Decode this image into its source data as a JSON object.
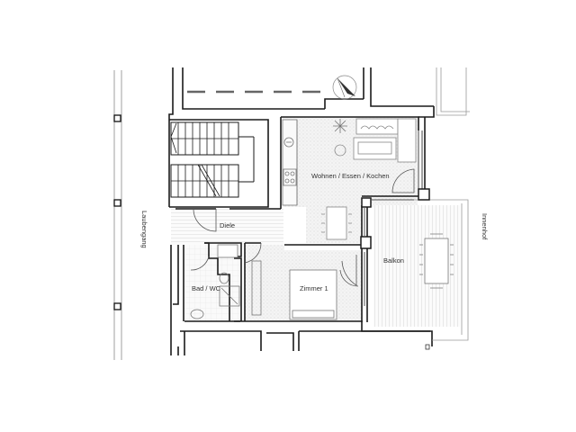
{
  "plan": {
    "rooms": [
      {
        "id": "wohnen",
        "label": "Wohnen / Essen / Kochen"
      },
      {
        "id": "diele",
        "label": "Diele"
      },
      {
        "id": "bad",
        "label": "Bad / WC"
      },
      {
        "id": "zimmer1",
        "label": "Zimmer 1"
      },
      {
        "id": "balkon",
        "label": "Balkon"
      }
    ],
    "exterior": {
      "left": "Laubengang",
      "right": "Innenhof"
    },
    "compass": "north-arrow-icon"
  },
  "colors": {
    "wall": "#1a1a1a",
    "thin_line": "#9a9a9a",
    "floor_hatch": "#d8d8d8",
    "background": "#ffffff"
  }
}
